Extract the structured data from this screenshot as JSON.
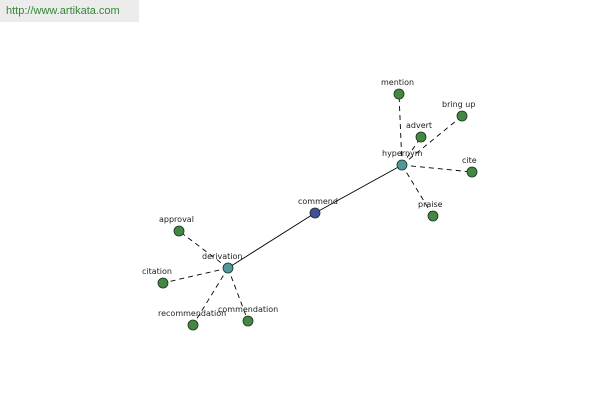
{
  "watermark": {
    "text": "http://www.artikata.com"
  },
  "colors": {
    "center_node": "#3f4f9a",
    "relation_node": "#4a9aa0",
    "leaf_node": "#3f8a3f",
    "node_stroke": "#1f2f1f",
    "edge": "#000000"
  },
  "graph": {
    "nodes": [
      {
        "id": "commend",
        "label": "commend",
        "kind": "center"
      },
      {
        "id": "hypernym",
        "label": "hypernym",
        "kind": "relation"
      },
      {
        "id": "derivation",
        "label": "derivation",
        "kind": "relation"
      },
      {
        "id": "mention",
        "label": "mention",
        "kind": "leaf"
      },
      {
        "id": "bring-up",
        "label": "bring up",
        "kind": "leaf"
      },
      {
        "id": "advert",
        "label": "advert",
        "kind": "leaf"
      },
      {
        "id": "cite",
        "label": "cite",
        "kind": "leaf"
      },
      {
        "id": "praise",
        "label": "praise",
        "kind": "leaf"
      },
      {
        "id": "approval",
        "label": "approval",
        "kind": "leaf"
      },
      {
        "id": "citation",
        "label": "citation",
        "kind": "leaf"
      },
      {
        "id": "recommendation",
        "label": "recommendation",
        "kind": "leaf"
      },
      {
        "id": "commendation",
        "label": "commendation",
        "kind": "leaf"
      }
    ],
    "edges": [
      {
        "from": "commend",
        "to": "hypernym",
        "style": "solid"
      },
      {
        "from": "commend",
        "to": "derivation",
        "style": "solid"
      },
      {
        "from": "hypernym",
        "to": "mention",
        "style": "dashed"
      },
      {
        "from": "hypernym",
        "to": "bring-up",
        "style": "dashed"
      },
      {
        "from": "hypernym",
        "to": "advert",
        "style": "dashed"
      },
      {
        "from": "hypernym",
        "to": "cite",
        "style": "dashed"
      },
      {
        "from": "hypernym",
        "to": "praise",
        "style": "dashed"
      },
      {
        "from": "derivation",
        "to": "approval",
        "style": "dashed"
      },
      {
        "from": "derivation",
        "to": "citation",
        "style": "dashed"
      },
      {
        "from": "derivation",
        "to": "recommendation",
        "style": "dashed"
      },
      {
        "from": "derivation",
        "to": "commendation",
        "style": "dashed"
      }
    ]
  }
}
